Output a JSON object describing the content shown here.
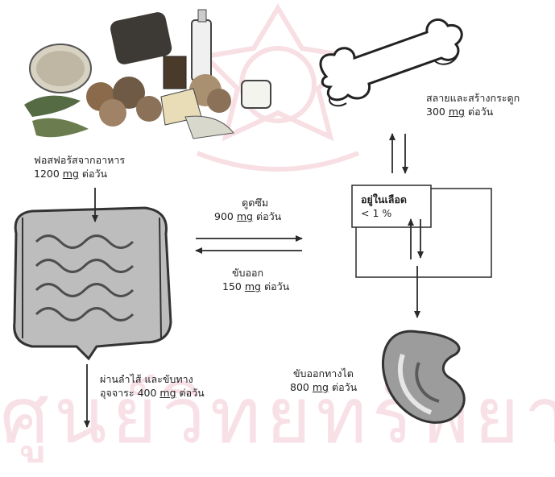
{
  "watermark": "ศูนย์วิทยทรัพยากร",
  "labels": {
    "food_phosphorus_line1": "ฟอสฟอรัสจากอาหาร",
    "food_phosphorus_line2_value": "1200",
    "food_phosphorus_line2_unit": "mg",
    "food_phosphorus_line2_rest": "ต่อวัน",
    "bone_line1": "สลายและสร้างกระดูก",
    "bone_line2_value": "300",
    "bone_line2_unit": "mg",
    "bone_line2_rest": "ต่อวัน",
    "absorb_line1": "ดูดซึม",
    "absorb_line2_value": "900",
    "absorb_line2_unit": "mg",
    "absorb_line2_rest": "ต่อวัน",
    "secrete_line1": "ขับออก",
    "secrete_line2_value": "150",
    "secrete_line2_unit": "mg",
    "secrete_line2_rest": "ต่อวัน",
    "blood_line1": "อยู่ในเลือด",
    "blood_line2": "< 1 %",
    "kidney_line1": "ขับออกทางไต",
    "kidney_line2_value": "800",
    "kidney_line2_unit": "mg",
    "kidney_line2_rest": "ต่อวัน",
    "feces_line1": "ผ่านลำไส้ และขับทาง",
    "feces_line2_prefix": "อุจจาระ 400",
    "feces_line2_unit": "mg",
    "feces_line2_rest": "ต่อวัน"
  },
  "colors": {
    "line": "#2a2a2a",
    "watermark": "#f4c9d3",
    "seal": "#f7dfe4"
  }
}
